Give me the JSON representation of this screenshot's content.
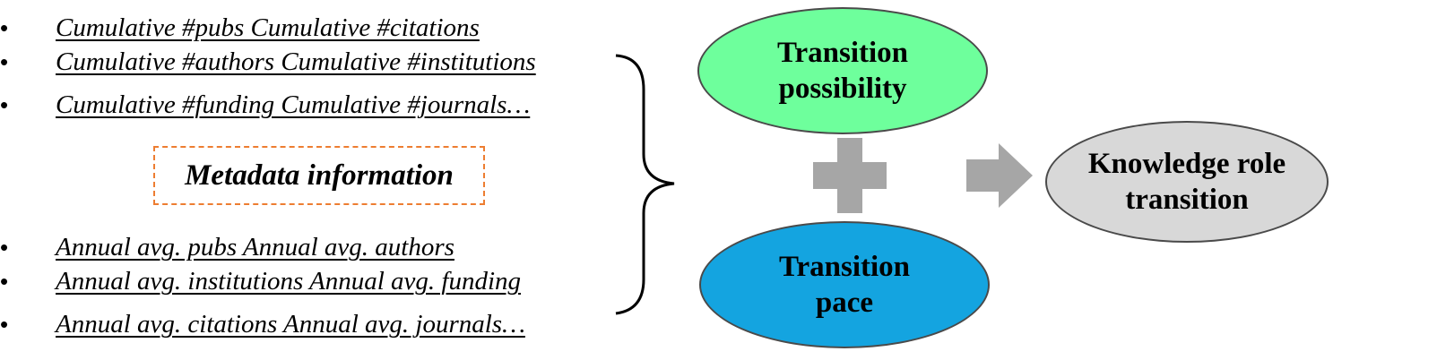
{
  "metrics_top": [
    "Cumulative #pubs  Cumulative #citations",
    "Cumulative #authors  Cumulative #institutions",
    "Cumulative #funding  Cumulative #journals…"
  ],
  "metrics_bottom": [
    "Annual avg. pubs  Annual avg. authors",
    "Annual avg. institutions  Annual avg. funding",
    "Annual avg. citations  Annual avg. journals…"
  ],
  "bullet_glyph": "•",
  "metadata_label": "Metadata information",
  "nodes": {
    "possibility": {
      "line1": "Transition",
      "line2": "possibility"
    },
    "pace": {
      "line1": "Transition",
      "line2": "pace"
    },
    "outcome": {
      "line1": "Knowledge role",
      "line2": "transition"
    }
  },
  "colors": {
    "possibility_fill": "#6eff9c",
    "pace_fill": "#14a4e0",
    "outcome_fill": "#d8d8d8",
    "connector_gray": "#a6a6a6",
    "dashed_border": "#ed7d31"
  }
}
